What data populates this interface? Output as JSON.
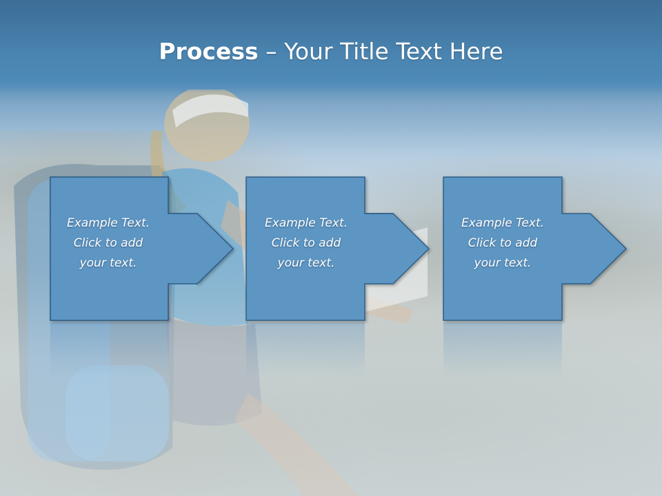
{
  "slide": {
    "title_bold": "Process",
    "title_rest": " – Your Title Text Here"
  },
  "steps": [
    {
      "line1": "Example Text.",
      "line2": "Click  to add",
      "line3": "your text."
    },
    {
      "line1": "Example Text.",
      "line2": "Click  to add",
      "line3": "your text."
    },
    {
      "line1": "Example Text.",
      "line2": "Click  to add",
      "line3": "your text."
    }
  ],
  "colors": {
    "title_band": "#4a84b0",
    "box_fill": "#5d95c3",
    "box_border": "#2f5f86",
    "text": "#ffffff"
  },
  "background": {
    "icon": "hiker-photo-background"
  }
}
